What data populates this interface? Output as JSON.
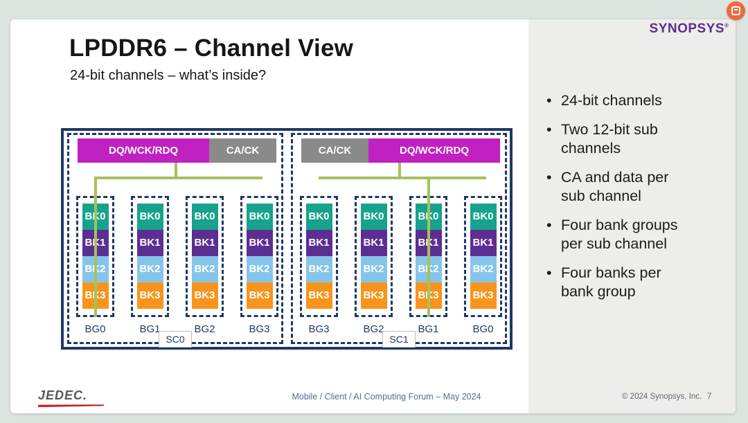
{
  "page": {
    "title": "LPDDR6 – Channel View",
    "subtitle": "24-bit channels – what’s inside?"
  },
  "branding": {
    "synopsys_wordmark": "SYNOPSYS",
    "synopsys_reg": "®",
    "jedec_wordmark": "JEDEC."
  },
  "bullets": [
    "24-bit channels",
    "Two 12-bit sub channels",
    "CA and data per sub channel",
    "Four bank groups per sub channel",
    "Four banks per bank group"
  ],
  "diagram": {
    "sub_channels": [
      {
        "label": "SC0",
        "top_blocks": [
          {
            "label": "DQ/WCK/RDQ",
            "type": "data"
          },
          {
            "label": "CA/CK",
            "type": "command"
          }
        ],
        "bus_connected_group_index": 0,
        "bank_groups": [
          {
            "label": "BG0",
            "banks": [
              "BK0",
              "BK1",
              "BK2",
              "BK3"
            ]
          },
          {
            "label": "BG1",
            "banks": [
              "BK0",
              "BK1",
              "BK2",
              "BK3"
            ]
          },
          {
            "label": "BG2",
            "banks": [
              "BK0",
              "BK1",
              "BK2",
              "BK3"
            ]
          },
          {
            "label": "BG3",
            "banks": [
              "BK0",
              "BK1",
              "BK2",
              "BK3"
            ]
          }
        ]
      },
      {
        "label": "SC1",
        "top_blocks": [
          {
            "label": "CA/CK",
            "type": "command"
          },
          {
            "label": "DQ/WCK/RDQ",
            "type": "data"
          }
        ],
        "bus_connected_group_index": 2,
        "bank_groups": [
          {
            "label": "BG3",
            "banks": [
              "BK0",
              "BK1",
              "BK2",
              "BK3"
            ]
          },
          {
            "label": "BG2",
            "banks": [
              "BK0",
              "BK1",
              "BK2",
              "BK3"
            ]
          },
          {
            "label": "BG1",
            "banks": [
              "BK0",
              "BK1",
              "BK2",
              "BK3"
            ]
          },
          {
            "label": "BG0",
            "banks": [
              "BK0",
              "BK1",
              "BK2",
              "BK3"
            ]
          }
        ]
      }
    ]
  },
  "footer": {
    "event": "Mobile / Client / AI Computing Forum – May 2024",
    "copyright": "© 2024 Synopsys, Inc.",
    "page_number": "7"
  },
  "colors": {
    "navy": "#1f3864",
    "magenta": "#c121c1",
    "block_gray": "#8a8a8a",
    "bus_green": "#a6c15c",
    "bank_colors": [
      "#17a28c",
      "#5c2e91",
      "#86c5ea",
      "#f7941d"
    ],
    "synopsys_purple": "#5f2c91",
    "jedec_red": "#c1272d",
    "badge_orange": "#ee6a3c"
  }
}
